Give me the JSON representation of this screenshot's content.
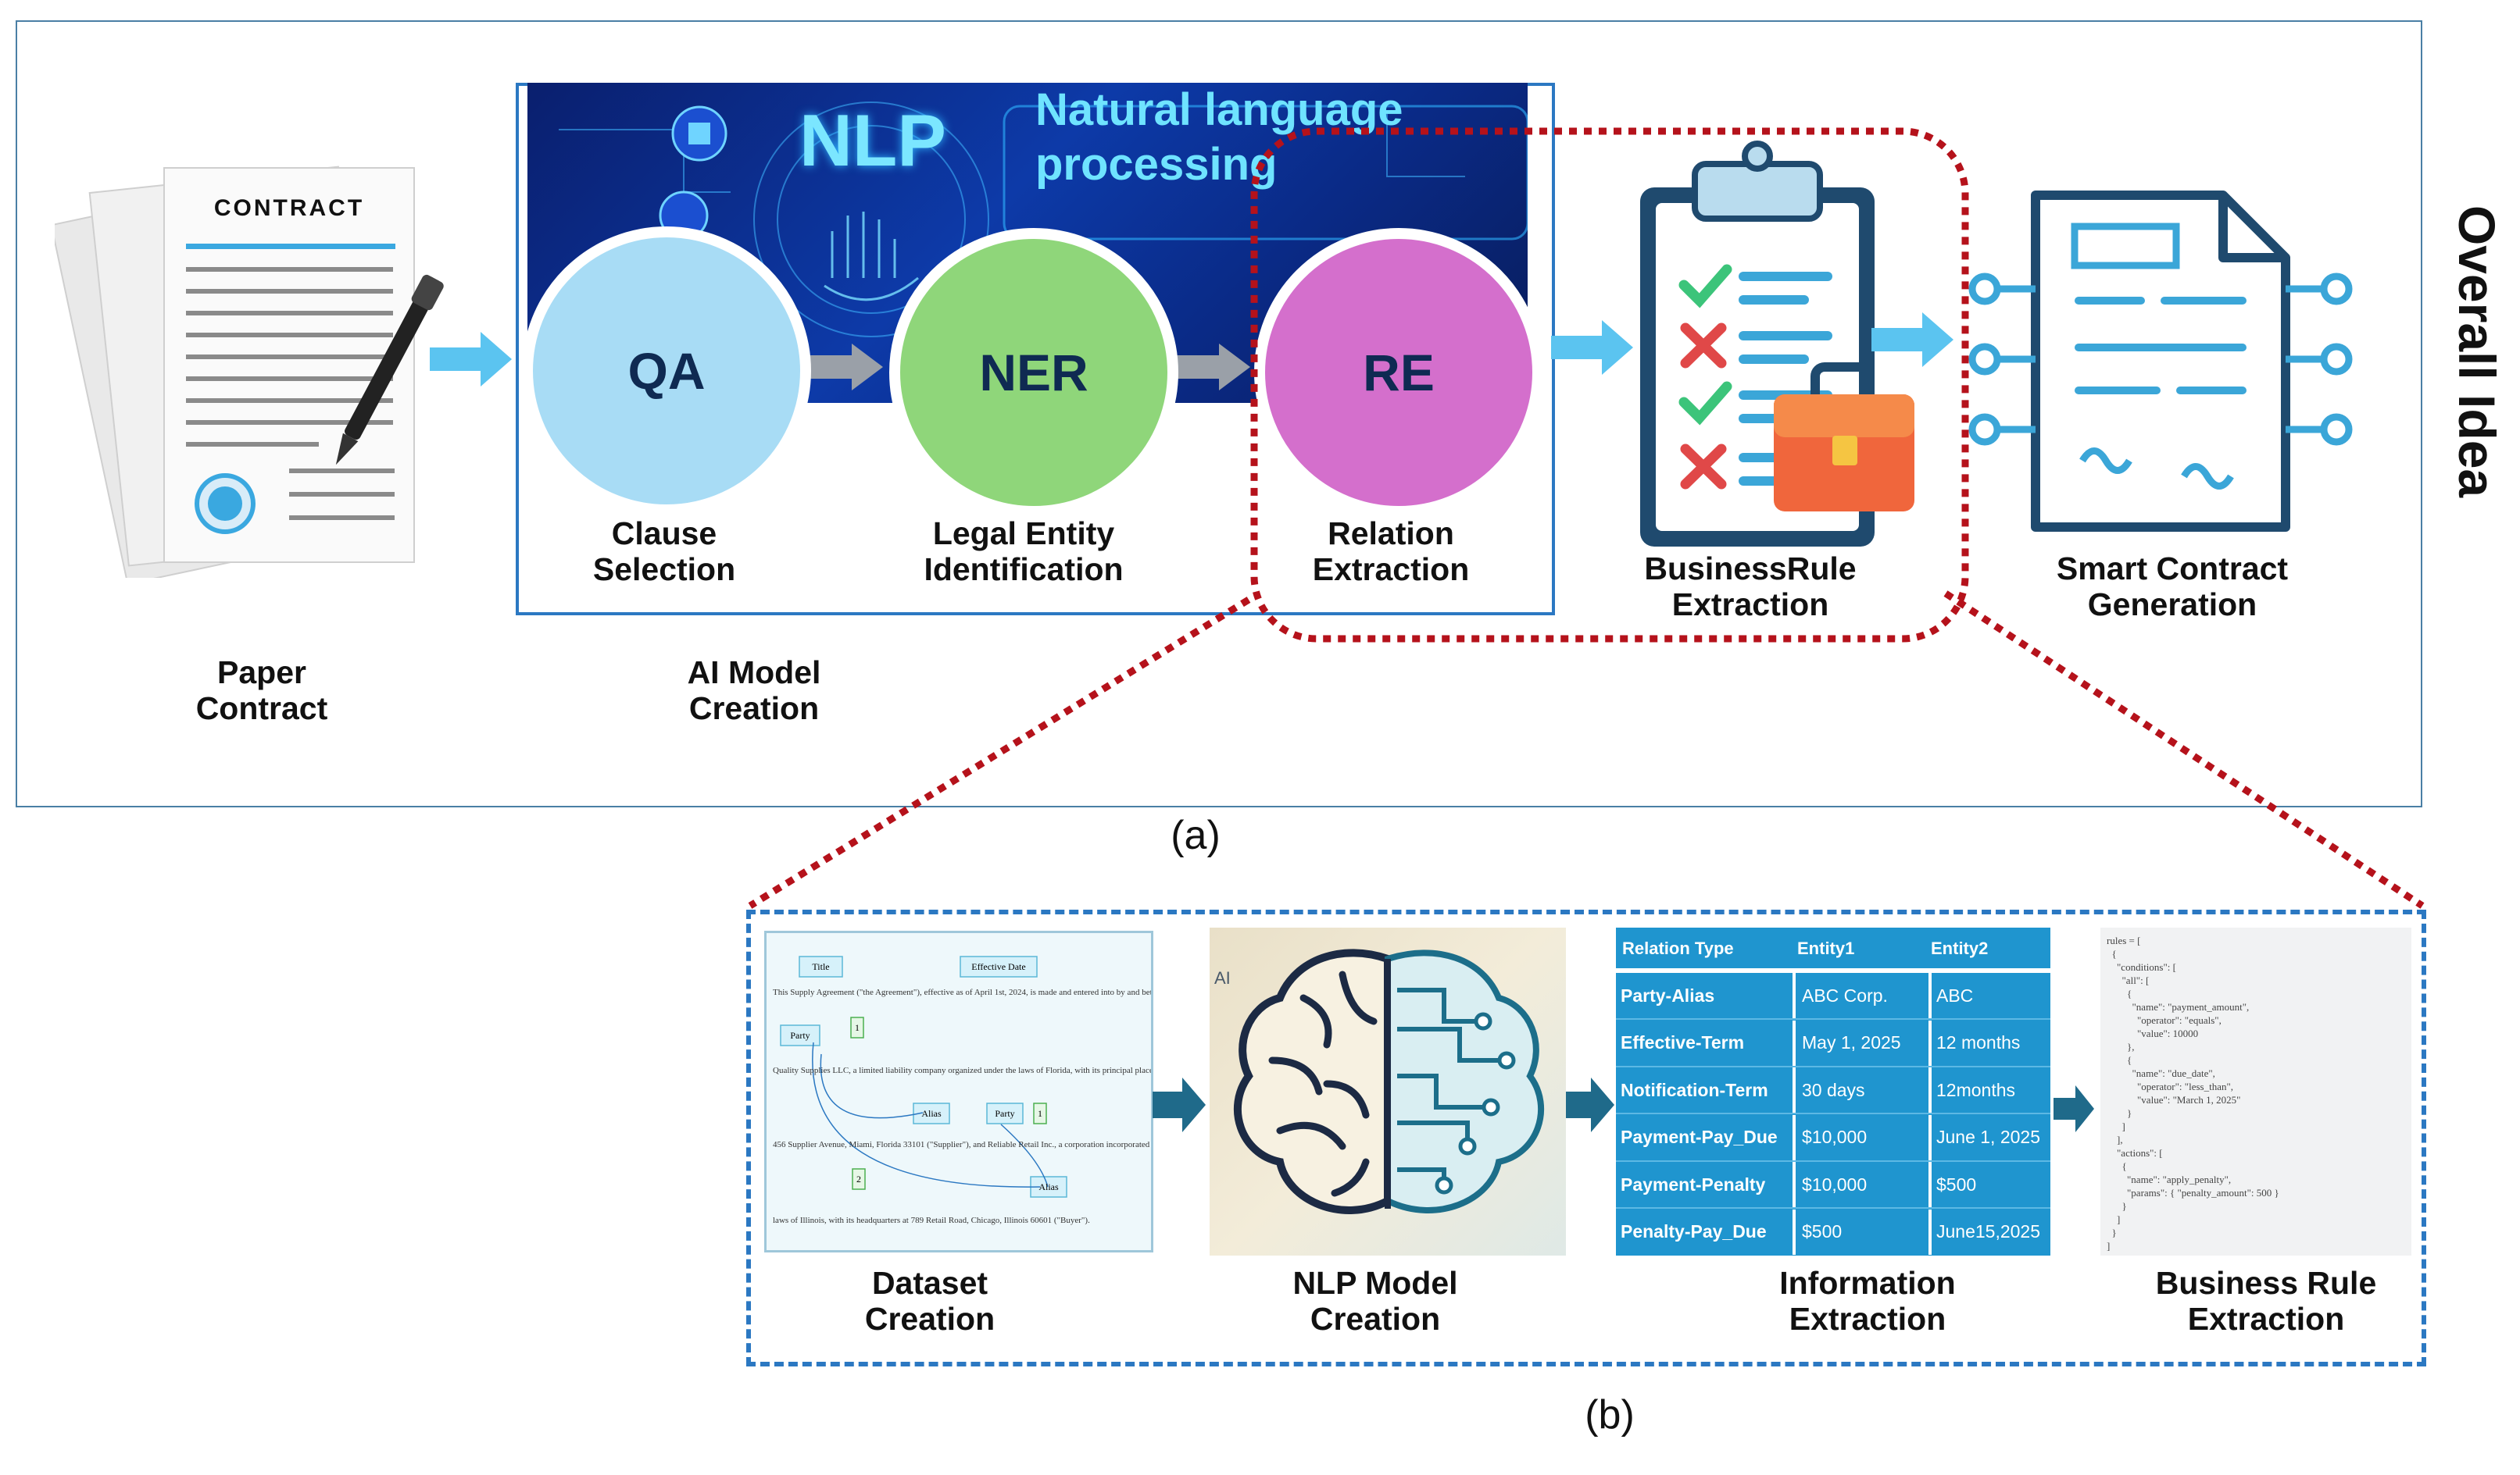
{
  "side_title": "Overall Idea",
  "panel_a": {
    "caption": "(a)",
    "paper_contract": {
      "doc_title": "CONTRACT",
      "label": "Paper\nContract"
    },
    "ai_model": {
      "label": "AI Model\nCreation",
      "banner_badge": "NLP",
      "banner_text": "Natural language\nprocessing",
      "stages": [
        {
          "abbr": "QA",
          "label": "Clause\nSelection",
          "color": "#a8dcf5"
        },
        {
          "abbr": "NER",
          "label": "Legal Entity\nIdentification",
          "color": "#8fd67a"
        },
        {
          "abbr": "RE",
          "label": "Relation\nExtraction",
          "color": "#d46fcc"
        }
      ]
    },
    "business_rule": {
      "label": "BusinessRule\nExtraction"
    },
    "smart_contract": {
      "label": "Smart Contract\nGeneration"
    }
  },
  "panel_b": {
    "caption": "(b)",
    "steps": [
      {
        "label": "Dataset\nCreation"
      },
      {
        "label": "NLP Model\nCreation"
      },
      {
        "label": "Information\nExtraction"
      },
      {
        "label": "Business Rule\nExtraction"
      }
    ],
    "dataset_snippet": {
      "tags": [
        "Title",
        "Effective Date",
        "Party",
        "Alias",
        "Party",
        "Alias",
        "1",
        "1",
        "2"
      ],
      "lines": [
        "This Supply Agreement (\"the Agreement\"), effective as of April 1st, 2024, is made and entered into by and between",
        "Quality Supplies LLC, a limited liability company organized under the laws of Florida, with its principal place of business at",
        "456 Supplier Avenue, Miami, Florida 33101 (\"Supplier\"), and Reliable Retail Inc., a corporation incorporated under the",
        "laws of Illinois, with its headquarters at 789 Retail Road, Chicago, Illinois 60601 (\"Buyer\")."
      ]
    },
    "nlp_image_text": "AI",
    "info_table": {
      "headers": [
        "Relation Type",
        "Entity1",
        "Entity2"
      ],
      "rows": [
        [
          "Party-Alias",
          "ABC Corp.",
          "ABC"
        ],
        [
          "Effective-Term",
          "May 1, 2025",
          "12 months"
        ],
        [
          "Notification-Term",
          "30 days",
          "12months"
        ],
        [
          "Payment-Pay_Due",
          "$10,000",
          "June 1, 2025"
        ],
        [
          "Payment-Penalty",
          "$10,000",
          "$500"
        ],
        [
          "Penalty-Pay_Due",
          "$500",
          "June15,2025"
        ]
      ]
    },
    "rule_code": "rules = [\n  {\n    \"conditions\": [\n      \"all\": [\n        {\n          \"name\": \"payment_amount\",\n            \"operator\": \"equals\",\n            \"value\": 10000\n        },\n        {\n          \"name\": \"due_date\",\n            \"operator\": \"less_than\",\n            \"value\": \"March 1, 2025\"\n        }\n      ]\n    ],\n    \"actions\": [\n      {\n        \"name\": \"apply_penalty\",\n        \"params\": { \"penalty_amount\": 500 }\n      }\n    ]\n  }\n]"
  }
}
